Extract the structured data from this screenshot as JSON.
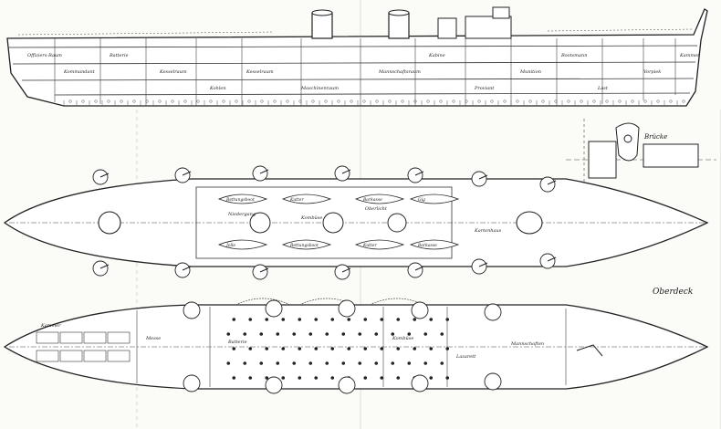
{
  "sheet": {
    "deck_caption": "Oberdeck"
  },
  "profile": {
    "compartments": [
      "Offiziers-Raum",
      "Kommandant",
      "Batterie",
      "Kesselraum",
      "Kesselraum",
      "Kohlen",
      "Maschinenraum",
      "Mannschaftsraum",
      "Kabine",
      "Proviant",
      "Munition",
      "Bootsmann",
      "Last",
      "Vorpiek",
      "Kammer"
    ]
  },
  "upper_deck": {
    "boats": [
      "Rettungsboot",
      "Kutter",
      "Barkasse",
      "Gig",
      "Jolle",
      "Rettungsboot",
      "Kutter",
      "Barkasse"
    ],
    "rooms": [
      "Kombüse",
      "Oberlicht",
      "Niedergang",
      "Kartenhaus"
    ]
  },
  "main_deck": {
    "rooms": [
      "Kammer",
      "Messe",
      "Batterie",
      "Kombüse",
      "Lazarett",
      "Mannschaften"
    ]
  },
  "bridge_detail": {
    "label": "Brücke"
  }
}
